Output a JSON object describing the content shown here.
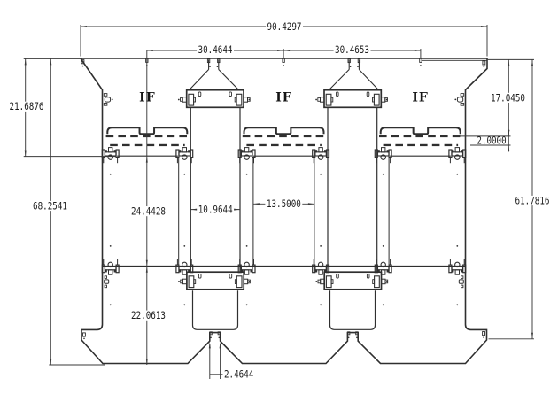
{
  "drawing": {
    "type": "cad-dimension-drawing",
    "background": "#ffffff",
    "line_color": "#2f2f2f",
    "bay_labels": [
      "IF",
      "IF",
      "IF"
    ],
    "dimensions": {
      "overall_width": "90.4297",
      "pitch_left": "30.4644",
      "pitch_right": "30.4653",
      "upper_left_height": "21.6876",
      "left_height": "68.2541",
      "upper_right_height": "17.0450",
      "tray_rows_gap": "2.0000",
      "right_height": "61.7816",
      "bay_mid_height": "24.4428",
      "slot_width": "10.9644",
      "bay_width": "13.5000",
      "bay_lower_height": "22.0613",
      "notch_width": "2.4644"
    }
  }
}
